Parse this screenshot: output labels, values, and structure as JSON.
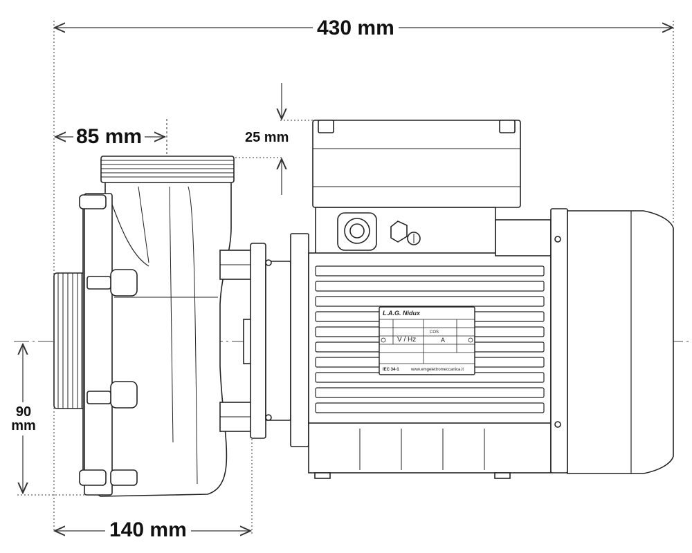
{
  "dimensions": {
    "total_length": "430 mm",
    "inlet_offset": "85 mm",
    "outlet_height": "25 mm",
    "center_height_value": "90",
    "center_height_unit": "mm",
    "pump_head_length": "140 mm"
  },
  "nameplate": {
    "brand": "L.A.G.  Nidux",
    "voltage_freq": "V / Hz",
    "cos_phi": "COS",
    "amps": "A",
    "standard": "IEC 34-1",
    "website": "www.emgelettromeccanica.it"
  },
  "colors": {
    "line": "#222222",
    "dim_line": "#333333",
    "background": "#ffffff"
  }
}
